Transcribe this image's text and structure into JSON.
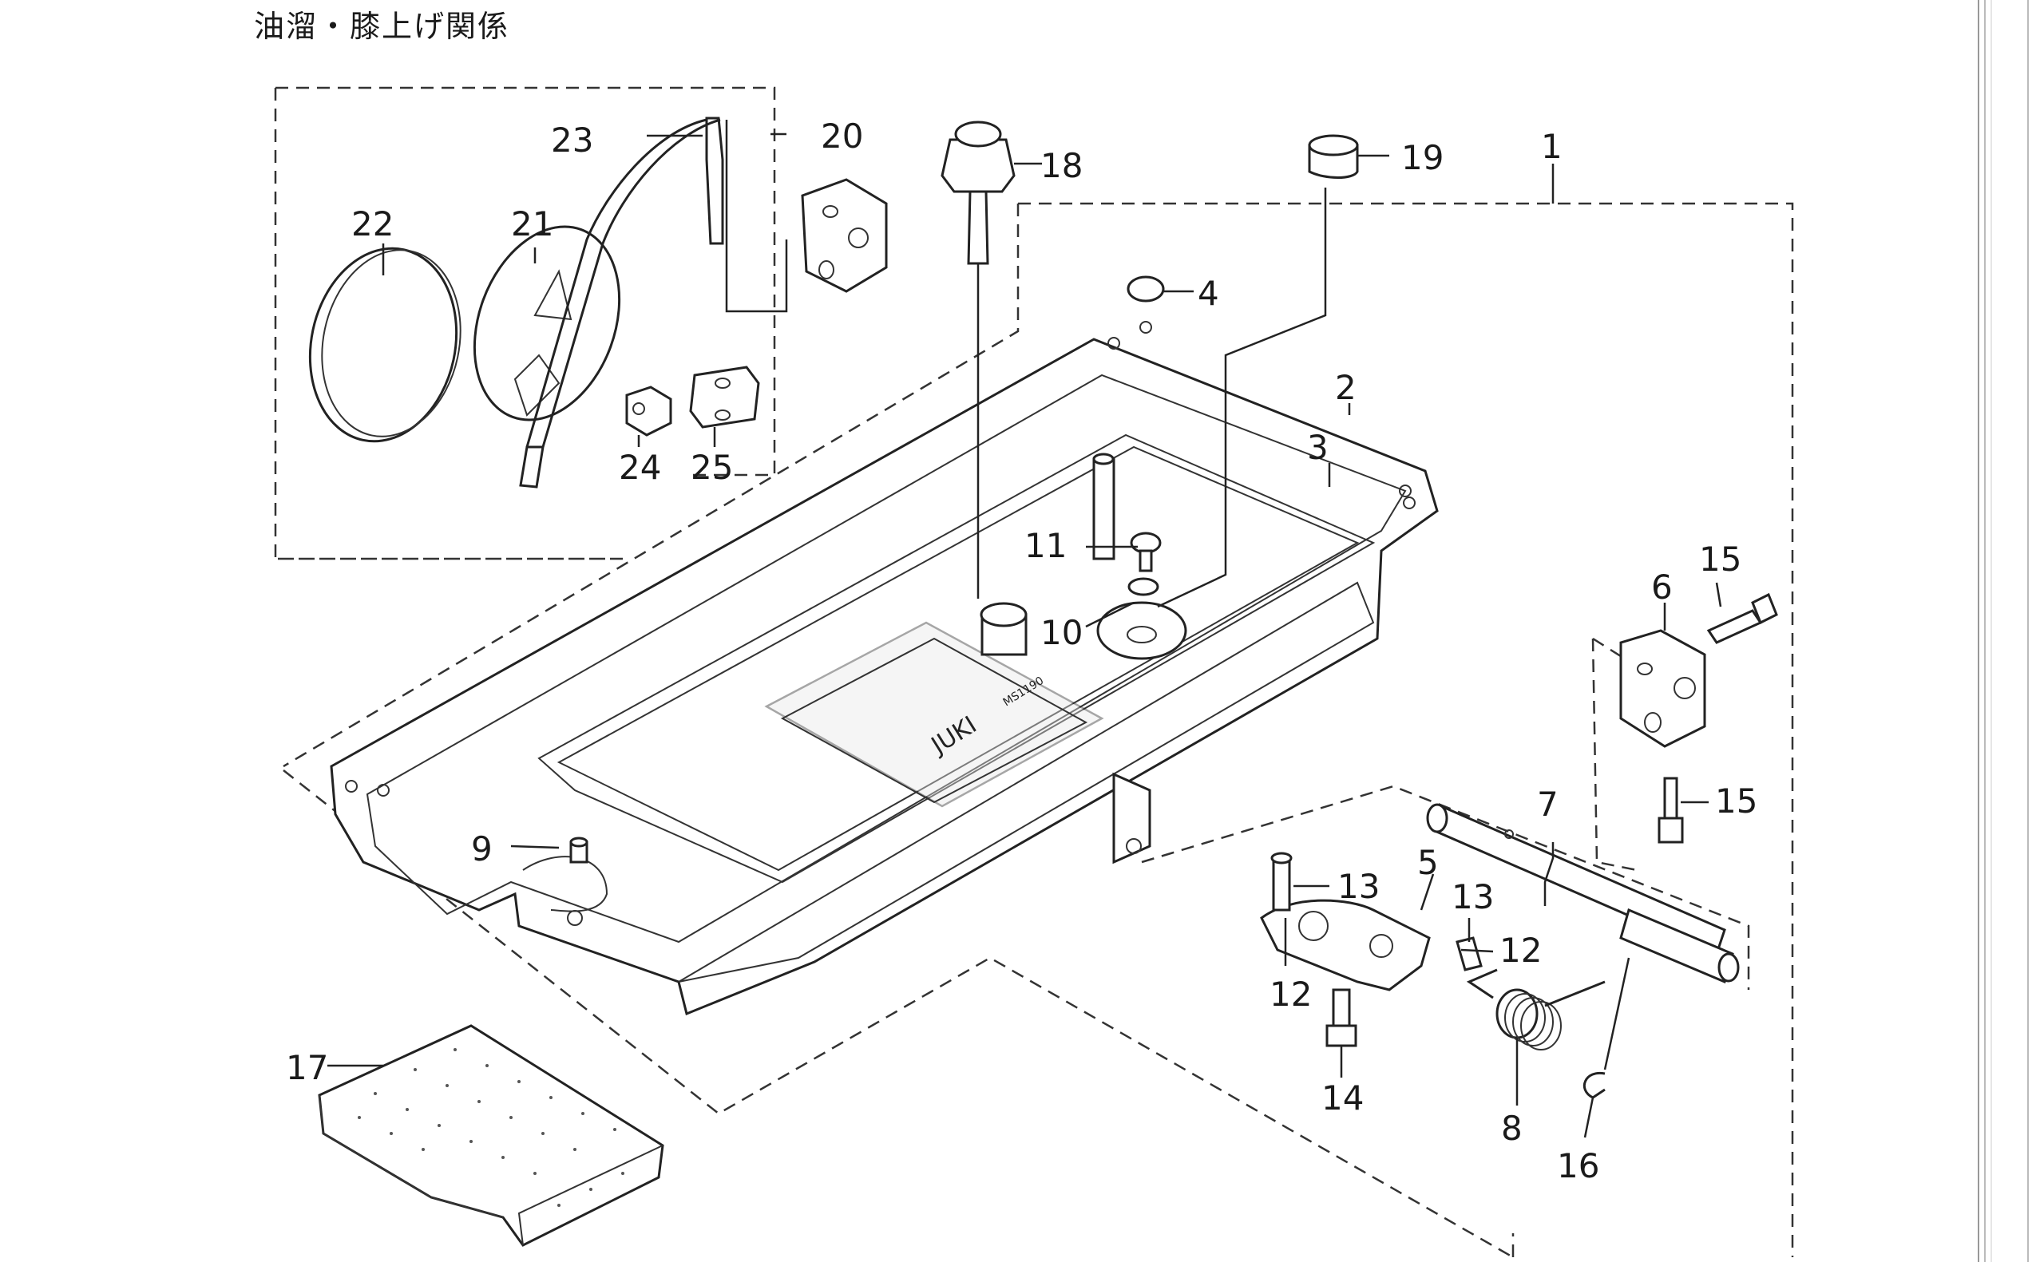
{
  "title": "油溜・膝上げ関係",
  "callouts": {
    "p1": "1",
    "p2": "2",
    "p3": "3",
    "p4": "4",
    "p5": "5",
    "p6": "6",
    "p7": "7",
    "p8": "8",
    "p9": "9",
    "p10": "10",
    "p11": "11",
    "p12a": "12",
    "p12b": "12",
    "p13a": "13",
    "p13b": "13",
    "p14": "14",
    "p15a": "15",
    "p15b": "15",
    "p16": "16",
    "p17": "17",
    "p18": "18",
    "p19": "19",
    "p20": "20",
    "p21": "21",
    "p22": "22",
    "p23": "23",
    "p24": "24",
    "p25": "25"
  },
  "pan_text": {
    "brand": "JUKI",
    "model": "MS1190"
  }
}
